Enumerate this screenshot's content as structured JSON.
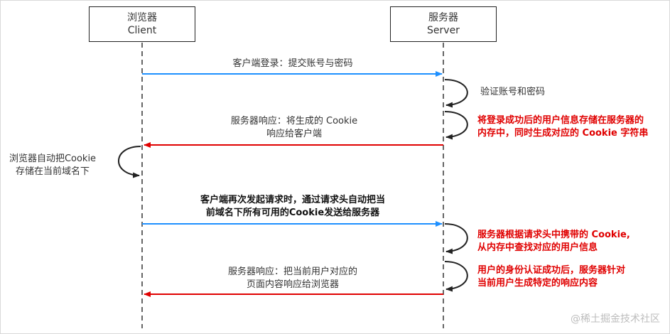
{
  "client": {
    "name": "浏览器",
    "sub": "Client"
  },
  "server": {
    "name": "服务器",
    "sub": "Server"
  },
  "messages": {
    "login": "客户端登录：提交账号与密码",
    "response1_l1": "服务器响应：将生成的 Cookie",
    "response1_l2": "响应给客户端",
    "request_l1": "客户端再次发起请求时，通过请求头自动把当",
    "request_l2": "前域名下所有可用的Cookie发送给服务器",
    "response2_l1": "服务器响应：把当前用户对应的",
    "response2_l2": "页面内容响应给浏览器"
  },
  "notes": {
    "verify": "验证账号和密码",
    "store_l1": "将登录成功后的用户信息存储在服务器的",
    "store_l2": "内存中，同时生成对应的 Cookie 字符串",
    "browser_store_l1": "浏览器自动把Cookie",
    "browser_store_l2": "存储在当前域名下",
    "lookup_l1": "服务器根据请求头中携带的 Cookie,",
    "lookup_l2": "从内存中查找对应的用户信息",
    "gen_l1": "用户的身份认证成功后，服务器针对",
    "gen_l2": "当前用户生成特定的响应内容"
  },
  "watermark": "@稀土掘金技术社区",
  "colors": {
    "request": "#1e90ff",
    "response": "#e00000",
    "self_loop": "#222222",
    "note_red": "#e00000"
  }
}
